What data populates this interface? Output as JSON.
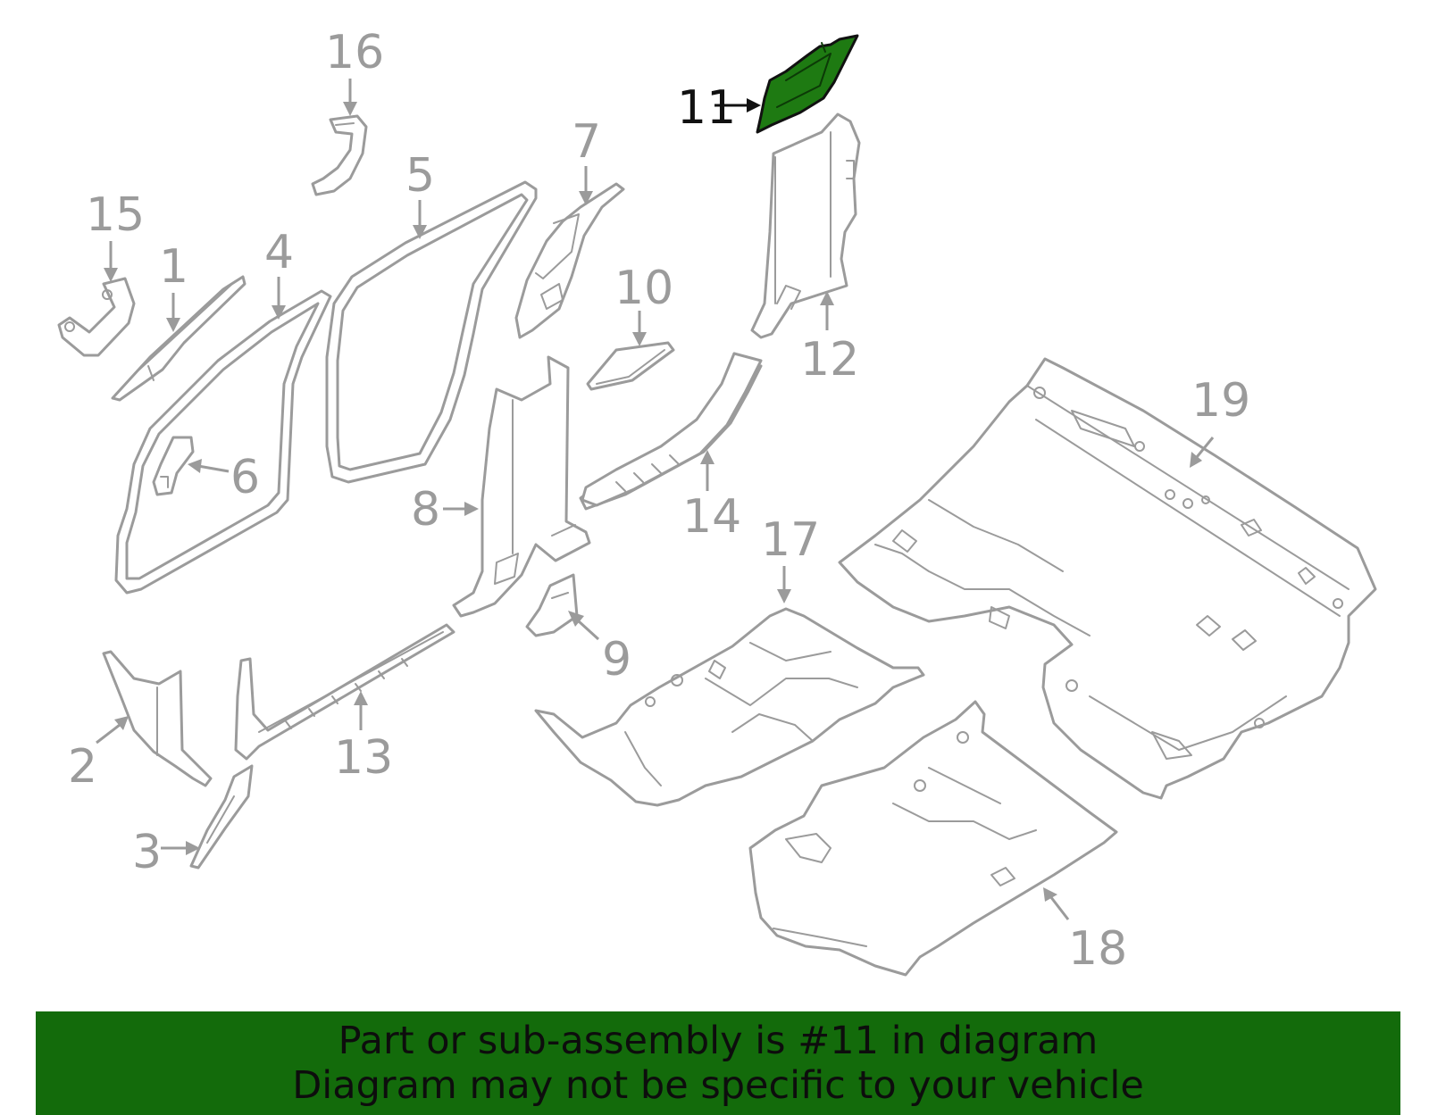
{
  "diagram": {
    "callouts": {
      "c1": "1",
      "c2": "2",
      "c3": "3",
      "c4": "4",
      "c5": "5",
      "c6": "6",
      "c7": "7",
      "c8": "8",
      "c9": "9",
      "c10": "10",
      "c11": "11",
      "c12": "12",
      "c13": "13",
      "c14": "14",
      "c15": "15",
      "c16": "16",
      "c17": "17",
      "c18": "18",
      "c19": "19"
    },
    "highlighted_part": "11",
    "colors": {
      "line_art": "#9b9b9b",
      "highlight_fill": "#1e7a12",
      "banner_background": "#136b0b",
      "banner_text": "#0d0d0d"
    }
  },
  "banner": {
    "line1": "Part or sub-assembly is #11 in diagram",
    "line2": "Diagram may not be specific to your vehicle"
  }
}
